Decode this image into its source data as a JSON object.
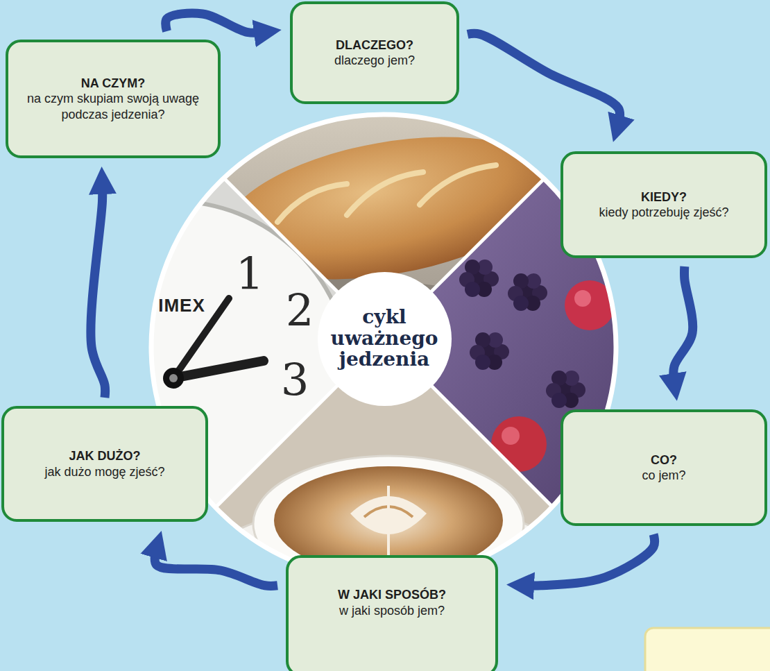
{
  "diagram": {
    "nodes": [
      {
        "text": [
          "DLACZEGO?",
          "dlaczego jem?"
        ]
      },
      {
        "text": [
          "KIEDY?",
          "kiedy potrzebuję zjeść?"
        ]
      },
      {
        "text": [
          "CO?",
          "co jem?"
        ]
      },
      {
        "text": [
          "W JAKI SPOSÓB?",
          "w jaki sposób jem?"
        ]
      },
      {
        "text": [
          "JAK DUŻO?",
          "jak dużo mogę zjeść?"
        ]
      },
      {
        "text": [
          "NA CZYM?",
          "na czym skupiam swoją uwagę podczas jedzenia?"
        ]
      },
      {
        "text": [
          "cykl uważnego jedzenia"
        ]
      }
    ],
    "edges": [
      {
        "from": 0,
        "to": 1,
        "arrow": "to"
      },
      {
        "from": 1,
        "to": 2,
        "arrow": "to"
      },
      {
        "from": 2,
        "to": 3,
        "arrow": "to"
      },
      {
        "from": 3,
        "to": 4,
        "arrow": "to"
      },
      {
        "from": 4,
        "to": 5,
        "arrow": "to"
      },
      {
        "from": 5,
        "to": 0,
        "arrow": "to"
      }
    ],
    "labels": [
      "IMEX",
      "1",
      "2",
      "3"
    ]
  }
}
